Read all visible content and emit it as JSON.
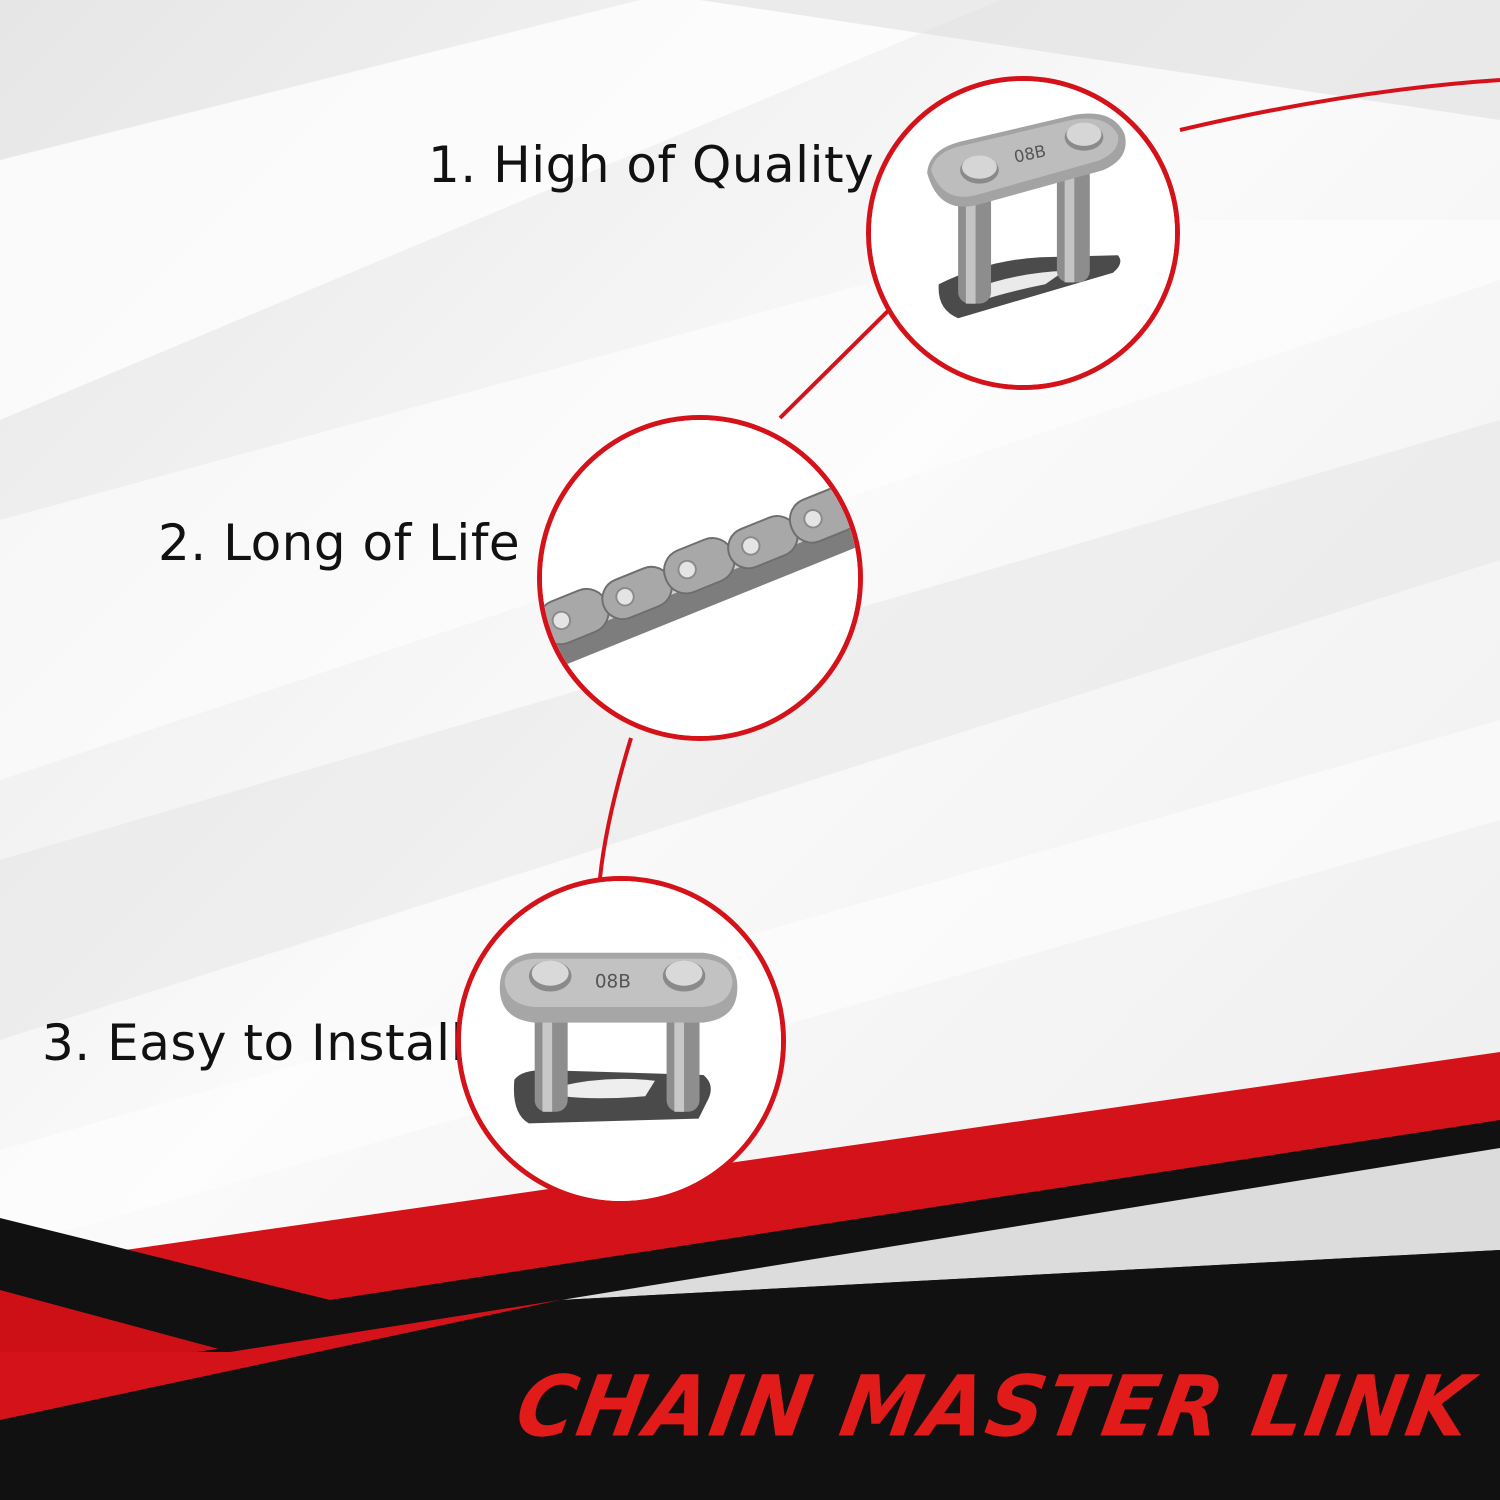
{
  "features": [
    {
      "label": "1. High of Quality"
    },
    {
      "label": "2. Long of Life"
    },
    {
      "label": "3. Easy to Install"
    }
  ],
  "link_stamp": "08B",
  "banner": {
    "title": "CHAIN MASTER LINK"
  },
  "colors": {
    "accent_red": "#d4121a",
    "banner_black": "#111111",
    "background": "#f2f2f2",
    "metal": "#9a9a9a"
  },
  "icons": [
    "master-link-icon",
    "roller-chain-icon",
    "master-link-icon"
  ]
}
